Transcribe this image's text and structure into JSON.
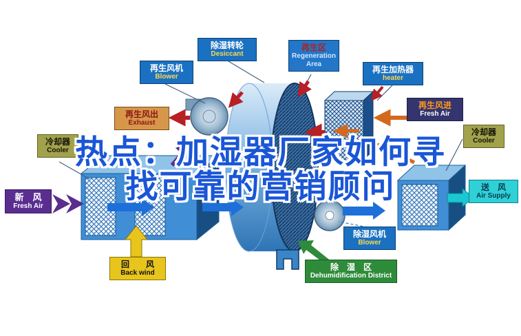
{
  "headline": {
    "line1": "热点：加湿器厂家如何寻",
    "line2": "找可靠的营销顾问"
  },
  "labels": {
    "regen_blower": {
      "zh": "再生风机",
      "en": "Blower"
    },
    "desiccant": {
      "zh": "除湿转轮",
      "en": "Desiccant"
    },
    "regen_area": {
      "zh": "再生区",
      "en": "Regeneration Area"
    },
    "regen_heater": {
      "zh": "再生加热器",
      "en": "heater"
    },
    "exhaust": {
      "zh": "再生风出",
      "en": "Exhaust"
    },
    "regen_fresh": {
      "zh": "再生风进",
      "en": "Fresh Air"
    },
    "cooler_left": {
      "zh": "冷却器",
      "en": "Cooler"
    },
    "cooler_right": {
      "zh": "冷却器",
      "en": "Cooler"
    },
    "fresh_air": {
      "zh": "新　风",
      "en": "Fresh Air"
    },
    "air_supply": {
      "zh": "送　风",
      "en": "Air Supply"
    },
    "back_wind": {
      "zh": "回　　风",
      "en": "Back wind"
    },
    "dehum_blower": {
      "zh": "除湿风机",
      "en": "Blower"
    },
    "dehum_district": {
      "zh": "除　湿　区",
      "en": "Dehumidification District"
    }
  },
  "colors": {
    "headline_blue": "#1a56d6",
    "box_blue": "#1a71c2",
    "box_green": "#2e8b3a",
    "box_yellow": "#e8c51d",
    "box_purple": "#5a2d91",
    "box_cyan": "#2fd0d6",
    "box_olive": "#a2a24c",
    "box_navy": "#34346e",
    "box_tan": "#d7974a",
    "arrow_red": "#b72025",
    "arrow_orange": "#d2691e",
    "arrow_blue": "#1e6fd9",
    "arrow_purple": "#5b2d8e",
    "arrow_green": "#2f8b3c",
    "arrow_cyan": "#19c8d2",
    "arrow_yellow": "#e8c51d"
  }
}
